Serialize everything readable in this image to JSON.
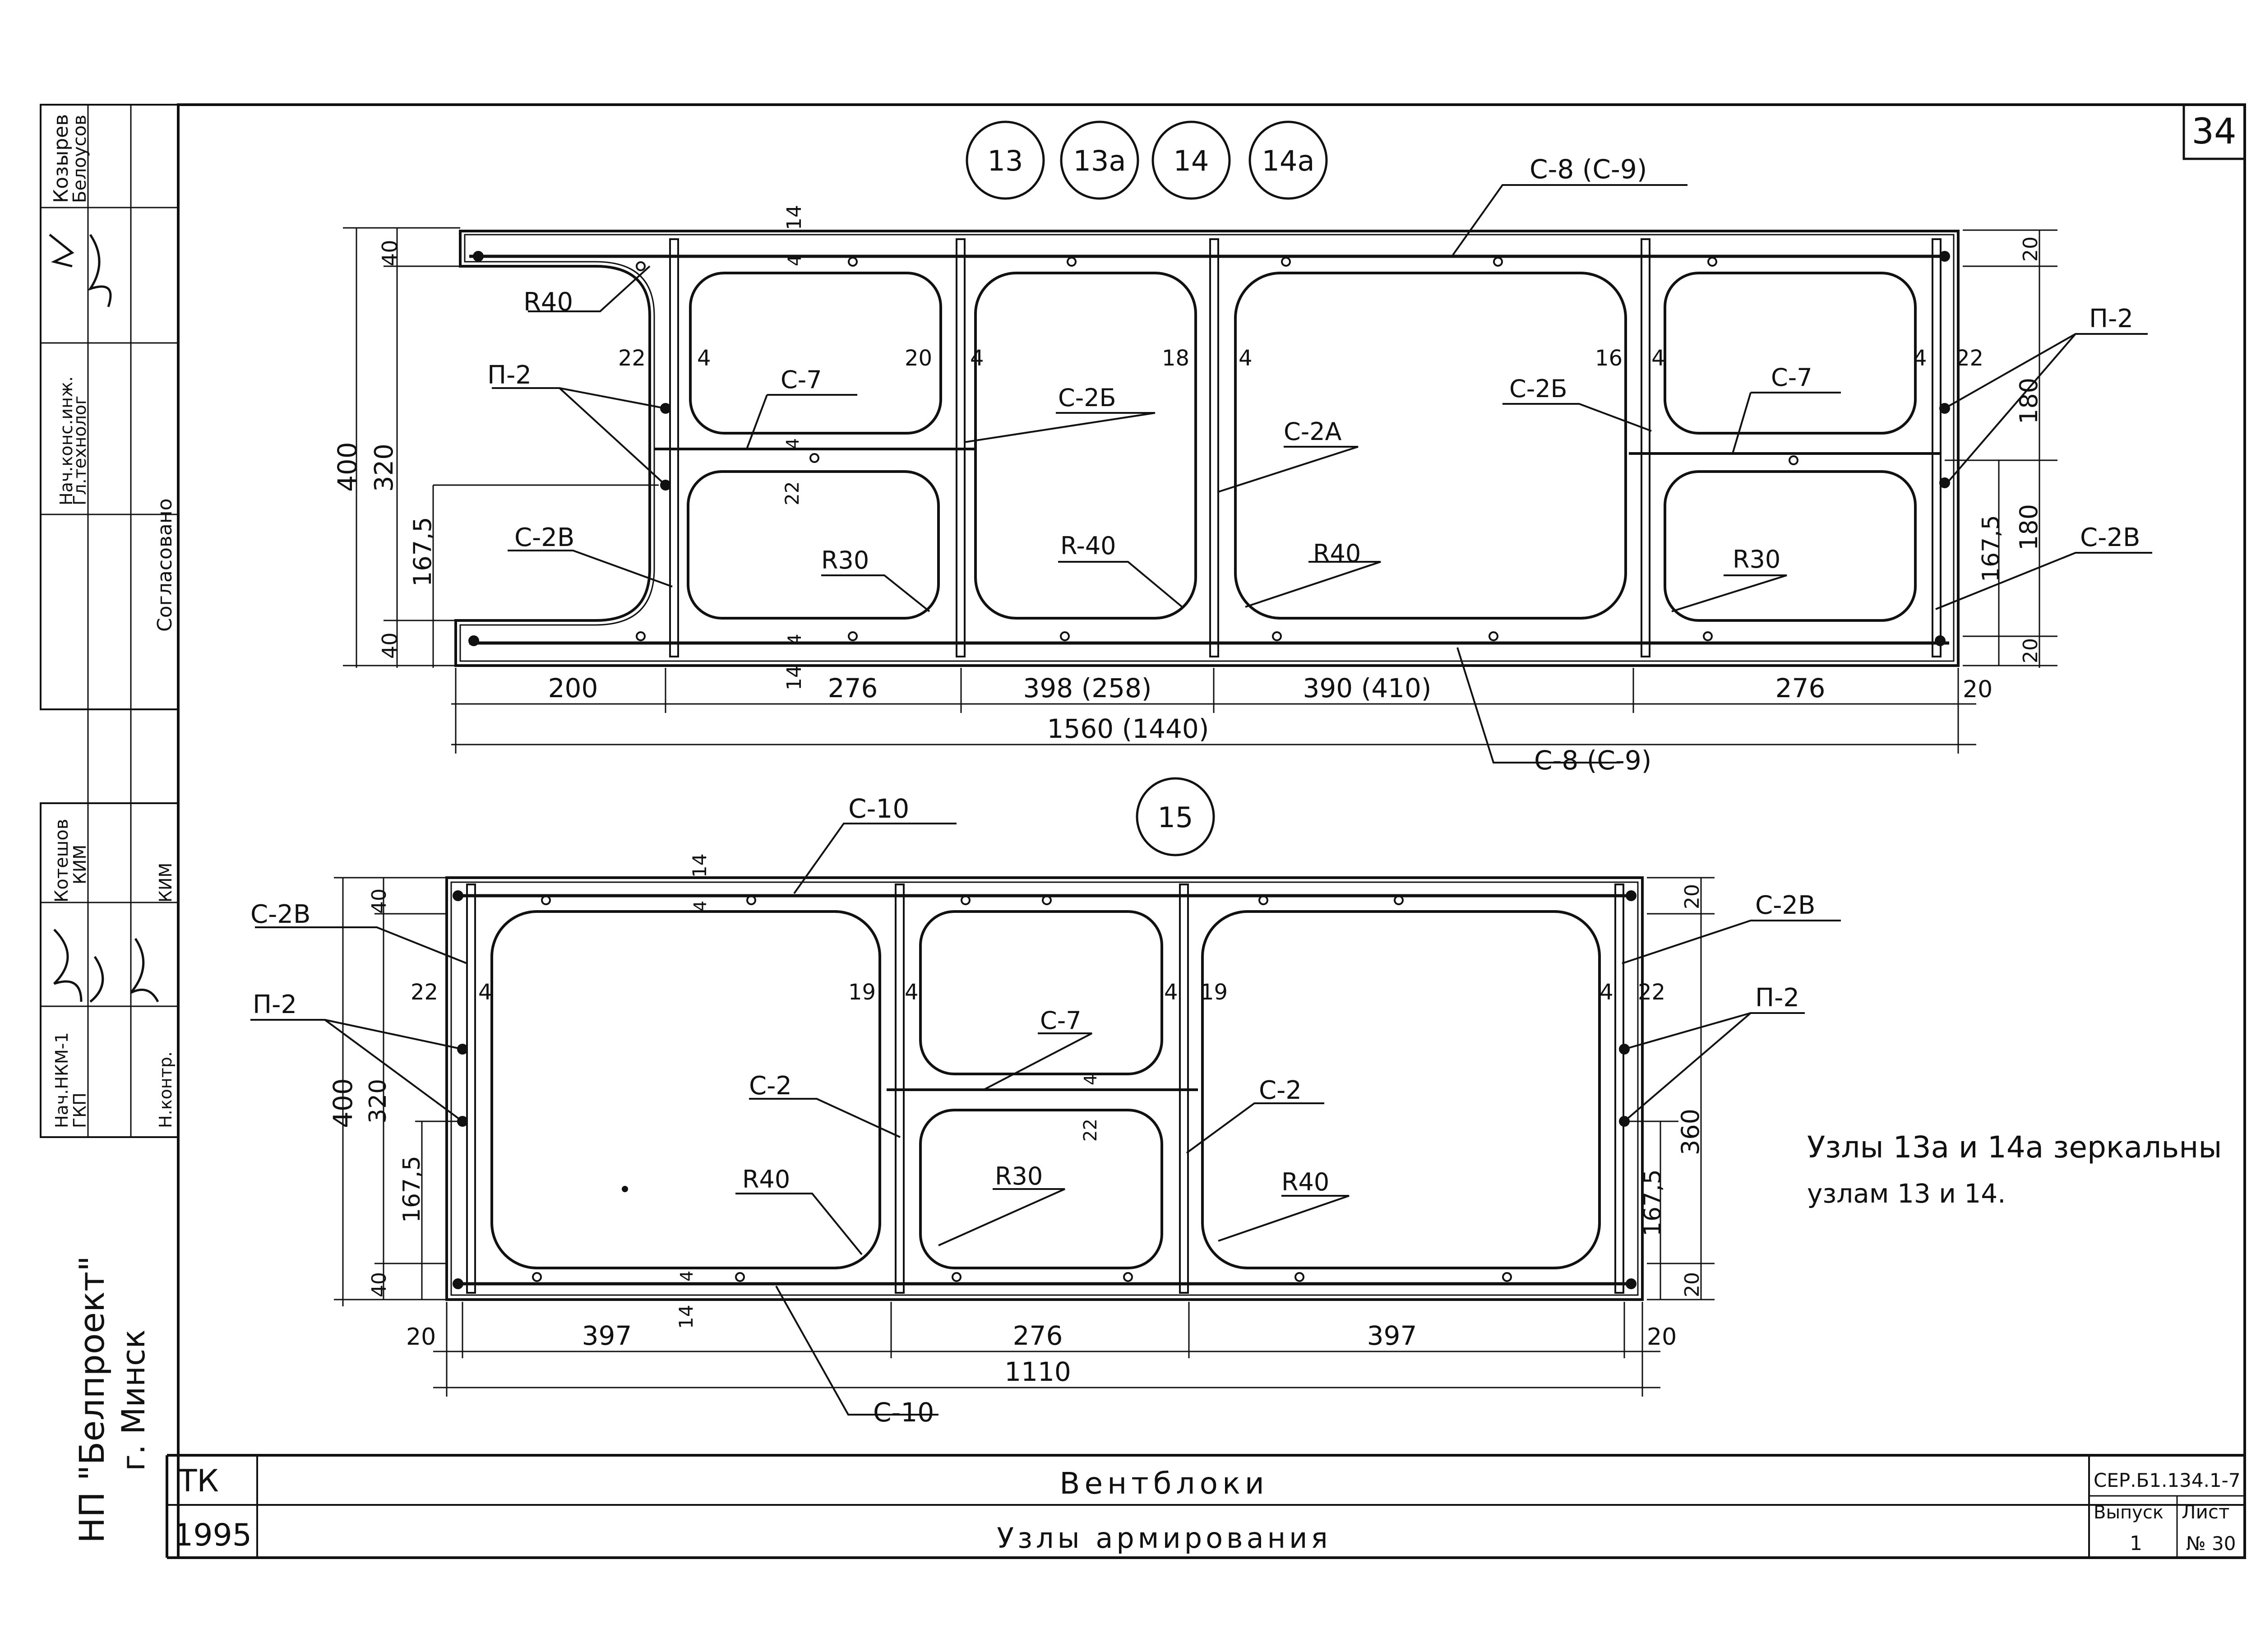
{
  "sheet": {
    "sheet_number": "34",
    "node_labels_top": [
      "13",
      "13а",
      "14",
      "14а"
    ],
    "node_label_bottom": "15",
    "note_line1": "Узлы 13а и 14а зеркальны",
    "note_line2": "узлам 13 и 14."
  },
  "top_drawing": {
    "bar_c8_top": "С-8 (С-9)",
    "bar_c8_bottom": "С-8 (С-9)",
    "r40_left": "R40",
    "p2_left": "П-2",
    "c2v_left": "С-2В",
    "c7_left": "С-7",
    "c2b_left": "С-2Б",
    "c2a": "С-2А",
    "c2b_right": "С-2Б",
    "c7_right": "С-7",
    "p2_right": "П-2",
    "c2v_right": "С-2В",
    "r30_left": "R30",
    "r40_mid1": "R-40",
    "r40_mid2": "R40",
    "r30_right": "R30",
    "dim_400": "400",
    "dim_320": "320",
    "dim_1675_left": "167,5",
    "dim_40_top": "40",
    "dim_40_bottom": "40",
    "dim_14_top": "14",
    "dim_4_top": "4",
    "dim_14_bottom": "14",
    "dim_4_bottom": "4",
    "dim_22_mid": "22",
    "dim_4_mid": "4",
    "dim_22_a": "22",
    "dim_4_a": "4",
    "dim_20_b": "20",
    "dim_4_b": "4",
    "dim_18_c": "18",
    "dim_4_c": "4",
    "dim_16_d": "16",
    "dim_4_d": "4",
    "dim_4_e": "4",
    "dim_22_e": "22",
    "dim_20_top_right": "20",
    "dim_180_top": "180",
    "dim_180_bottom": "180",
    "dim_1675_right": "167,5",
    "dim_20_bottom_right": "20",
    "seg_200": "200",
    "seg_276a": "276",
    "seg_398": "398 (258)",
    "seg_390": "390 (410)",
    "seg_276b": "276",
    "seg_20": "20",
    "total": "1560 (1440)"
  },
  "bottom_drawing": {
    "c10_top": "С-10",
    "c10_bottom": "С-10",
    "c2v_left": "С-2В",
    "c2v_right": "С-2В",
    "p2_left": "П-2",
    "p2_right": "П-2",
    "c7": "С-7",
    "c2_left": "С-2",
    "c2_right": "С-2",
    "r40_left": "R40",
    "r30": "R30",
    "r40_right": "R40",
    "dim_400": "400",
    "dim_320": "320",
    "dim_1675_left": "167,5",
    "dim_40_top": "40",
    "dim_40_bottom": "40",
    "dim_14_top": "14",
    "dim_4_top": "4",
    "dim_4_bottom": "4",
    "dim_14_bottom": "14",
    "dim_22_left": "22",
    "dim_4_left": "4",
    "dim_19_a": "19",
    "dim_4_a": "4",
    "dim_4_b": "4",
    "dim_19_b": "19",
    "dim_4_right": "4",
    "dim_22_right": "22",
    "dim_4_mid": "4",
    "dim_22_mid": "22",
    "dim_20_top_right": "20",
    "dim_360": "360",
    "dim_1675_right": "167,5",
    "dim_20_bottom_right": "20",
    "seg_20_left": "20",
    "seg_397a": "397",
    "seg_276": "276",
    "seg_397b": "397",
    "seg_20_right": "20",
    "total": "1110"
  },
  "left_margin": {
    "name1": "Козырев",
    "name2": "Белоусов",
    "role1": "Нач.конс.инж.",
    "role2": "Гл.технолог",
    "approved": "Согласовано",
    "name3": "Котешов",
    "kim1": "КИМ",
    "kim2": "КИМ",
    "role3": "Нач.НКМ-1",
    "role4": "ГКП",
    "role5": "Н.контр.",
    "org1": "НП \"Белпроект\"",
    "org2": "г. Минск"
  },
  "title_block": {
    "org_code": "ТК",
    "year": "1995",
    "title": "Вентблоки",
    "subtitle": "Узлы армирования",
    "series": "СЕР.Б1.134.1-7",
    "issue_label": "Выпуск",
    "issue_value": "1",
    "sheet_label": "Лист",
    "sheet_value": "№ 30"
  }
}
